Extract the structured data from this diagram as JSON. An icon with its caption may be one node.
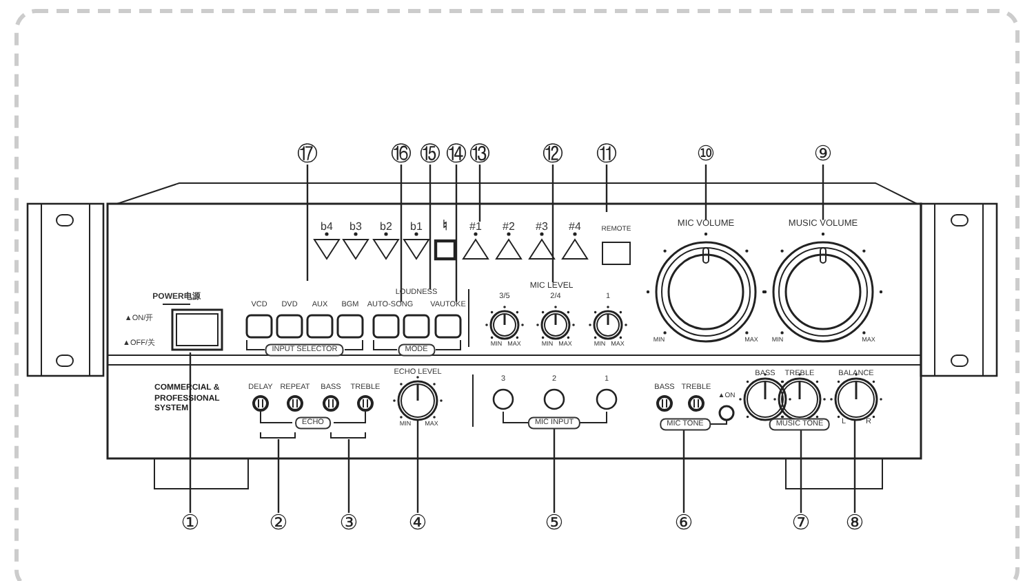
{
  "diagram": {
    "nodes": [
      {
        "text": [
          "⑰"
        ]
      },
      {
        "text": [
          "⑯"
        ]
      },
      {
        "text": [
          "⑮"
        ]
      },
      {
        "text": [
          "⑭"
        ]
      },
      {
        "text": [
          "⑬"
        ]
      },
      {
        "text": [
          "⑫"
        ]
      },
      {
        "text": [
          "⑪"
        ]
      },
      {
        "text": [
          "⑩"
        ]
      },
      {
        "text": [
          "⑨"
        ]
      },
      {
        "text": [
          "①"
        ]
      },
      {
        "text": [
          "②"
        ]
      },
      {
        "text": [
          "③"
        ]
      },
      {
        "text": [
          "④"
        ]
      },
      {
        "text": [
          "⑤"
        ]
      },
      {
        "text": [
          "⑥"
        ]
      },
      {
        "text": [
          "⑦"
        ]
      },
      {
        "text": [
          "⑧"
        ]
      },
      {
        "text": [
          "AUTO-SONG"
        ]
      },
      {
        "text": [
          "LOUDNESS"
        ]
      },
      {
        "text": [
          "VAUTOKE"
        ]
      },
      {
        "text": [
          "#1"
        ]
      },
      {
        "text": [
          "MIC LEVEL"
        ]
      },
      {
        "text": [
          "MIC VOLUME"
        ]
      },
      {
        "text": [
          "MUSIC VOLUME"
        ]
      },
      {
        "text": [
          "INPUT SELECTOR"
        ]
      },
      {
        "text": [
          "MODE"
        ]
      },
      {
        "text": [
          "ECHO"
        ]
      },
      {
        "text": [],
        "shape": "circle",
        "beside": [
          "ECHO LEVEL",
          "MIN",
          "MAX"
        ]
      },
      {
        "text": [
          "MIC INPUT"
        ]
      },
      {
        "text": [
          "MIC TONE"
        ]
      },
      {
        "text": [
          "MUSIC TONE"
        ]
      },
      {
        "text": [],
        "shape": "circle",
        "beside": [
          "BALANCE",
          "L",
          "R"
        ]
      }
    ],
    "edges": [
      {
        "from": 0,
        "to": null,
        "arrow": "none"
      },
      {
        "from": 1,
        "to": 17,
        "arrow": "none"
      },
      {
        "from": 2,
        "to": 18,
        "arrow": "none"
      },
      {
        "from": 3,
        "to": 19,
        "arrow": "none"
      },
      {
        "from": 4,
        "to": 20,
        "arrow": "none"
      },
      {
        "from": 5,
        "to": 21,
        "arrow": "none"
      },
      {
        "from": 6,
        "to": null,
        "arrow": "none"
      },
      {
        "from": 7,
        "to": 22,
        "arrow": "none"
      },
      {
        "from": 8,
        "to": 23,
        "arrow": "none"
      },
      {
        "from": 9,
        "to": null,
        "arrow": "none"
      },
      {
        "from": 10,
        "to": null,
        "arrow": "none"
      },
      {
        "from": 11,
        "to": null,
        "arrow": "none"
      },
      {
        "from": 12,
        "to": 27,
        "arrow": "none"
      },
      {
        "from": 13,
        "to": 28,
        "arrow": "none"
      },
      {
        "from": 14,
        "to": 29,
        "arrow": "none"
      },
      {
        "from": 15,
        "to": 30,
        "arrow": "none"
      },
      {
        "from": 16,
        "to": 31,
        "arrow": "none"
      }
    ],
    "labels": [
      "POWER电源",
      "▲ON/开",
      "▲OFF/关",
      "VCD",
      "DVD",
      "AUX",
      "BGM",
      "b4",
      "b3",
      "b2",
      "b1",
      "♮",
      "#2",
      "#3",
      "#4",
      "REMOTE",
      "3/5",
      "2/4",
      "1",
      "MIN",
      "MAX",
      "MIN",
      "MAX",
      "MIN",
      "MAX",
      "MIN",
      "MAX",
      "MIN",
      "MAX",
      "COMMERCIAL & PROFESSIONAL SYSTEM",
      "DELAY",
      "REPEAT",
      "BASS",
      "TREBLE",
      "3",
      "2",
      "1",
      "BASS",
      "TREBLE",
      "▲ON",
      "BASS",
      "TREBLE"
    ]
  }
}
